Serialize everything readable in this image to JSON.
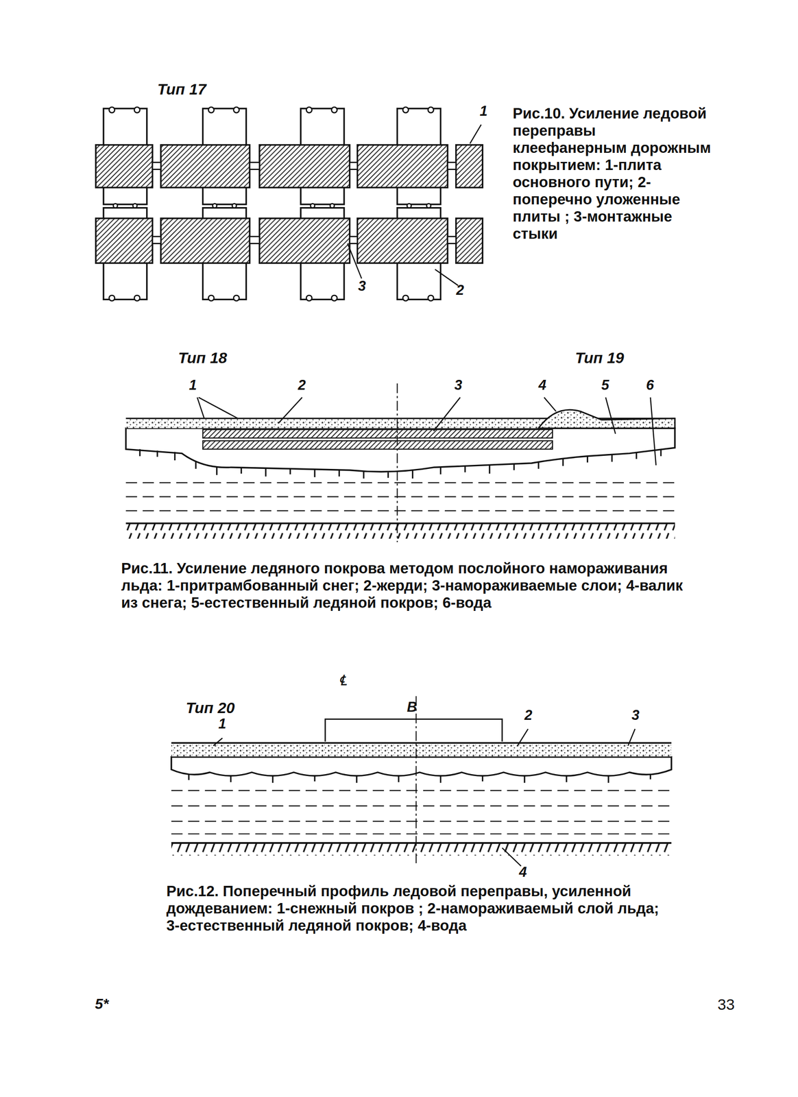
{
  "diagram": {
    "labels": [
      "Тип 17",
      "1",
      "3",
      "2",
      "Рис.10. Усиление ледовой переправы клеефанерным дорожным покрытием: 1-плита основного пути; 2-поперечно уложенные плиты ; 3-монтажные стыки",
      "Тип 18",
      "Тип 19",
      "1",
      "2",
      "3",
      "4",
      "5",
      "6",
      "Рис.11. Усиление ледяного покрова методом послойного намораживания льда: 1-притрамбованный снег; 2-жерди; 3-намораживаемые слои; 4-валик из снега; 5-естественный ледяной покров; 6-вода",
      "Тип 20",
      "℄",
      "В",
      "1",
      "2",
      "3",
      "4",
      "Рис.12. Поперечный профиль ледовой переправы, усиленной дождеванием: 1-снежный покров ; 2-намораживаемый слой льда; 3-естественный ледяной покров; 4-вода",
      "5*",
      "33"
    ]
  }
}
